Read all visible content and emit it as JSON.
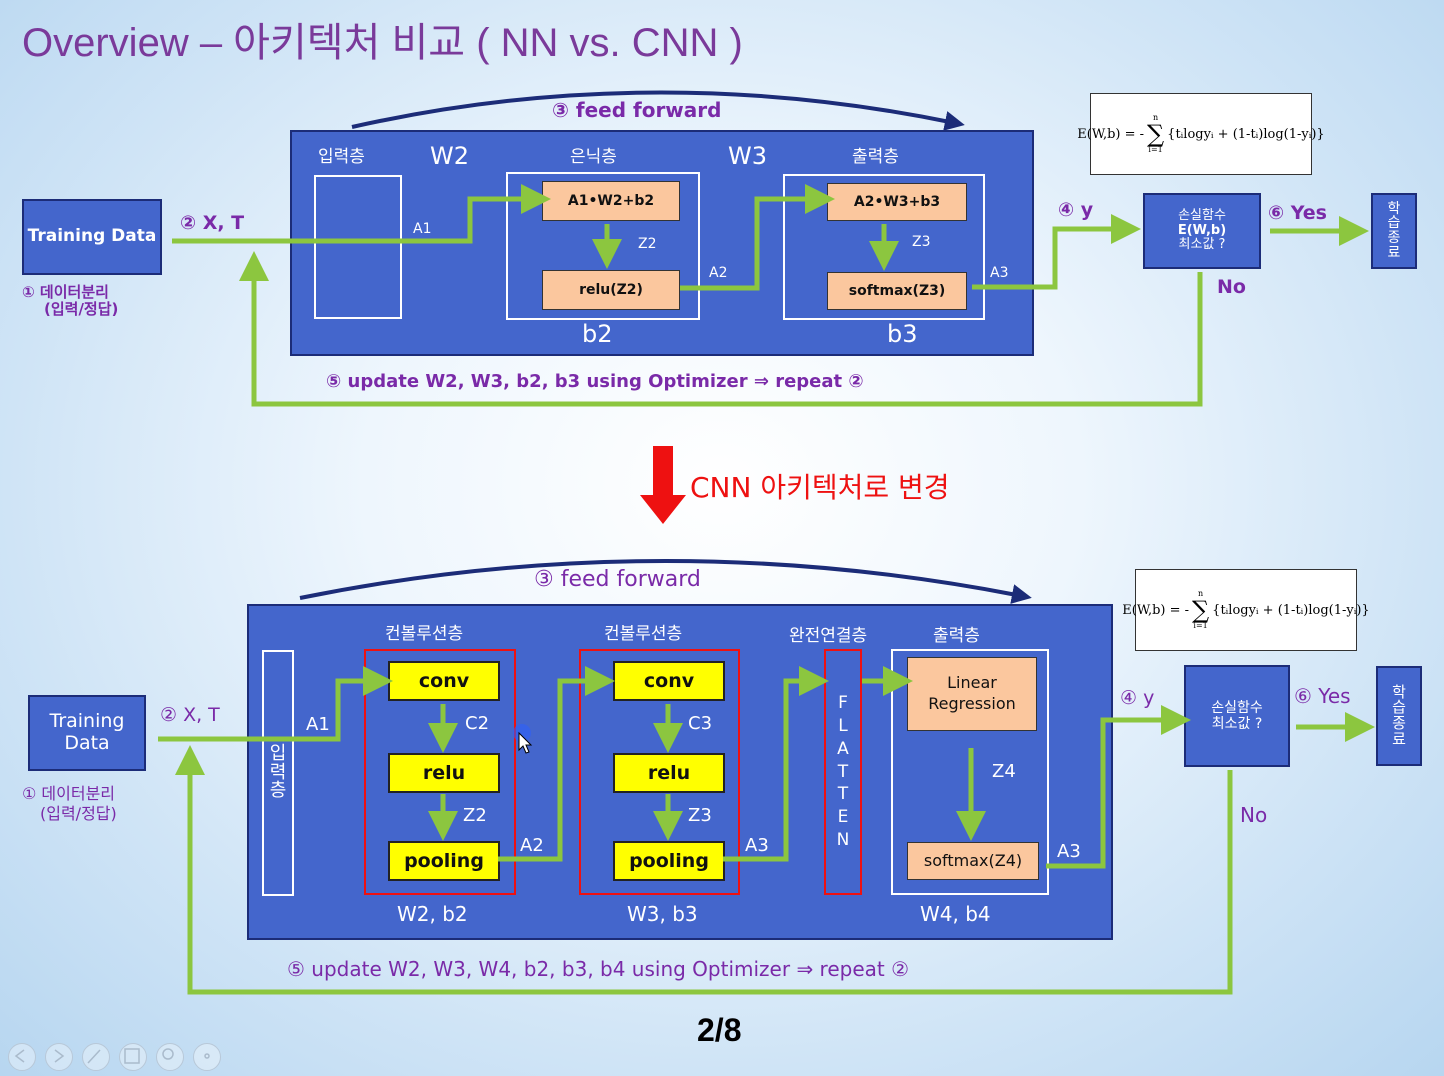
{
  "title": "Overview – 아키텍처 비교 ( NN vs. CNN )",
  "page_number": "2/8",
  "change_label": "CNN 아키텍처로 변경",
  "top": {
    "feed_forward": "③ feed forward",
    "training_data": "Training Data",
    "data_split": "① 데이터분리",
    "data_split_sub": "(입력/정답)",
    "xt": "② X, T",
    "layer_input": "입력층",
    "layer_hidden": "은닉층",
    "layer_output": "출력층",
    "w2": "W2",
    "w3": "W3",
    "b2": "b2",
    "b3": "b3",
    "a1": "A1",
    "a2": "A2",
    "a3": "A3",
    "z2": "Z2",
    "z3": "Z3",
    "box_a1w2b2": "A1•W2+b2",
    "box_relu": "relu(Z2)",
    "box_a2w3b3": "A2•W3+b3",
    "box_softmax": "softmax(Z3)",
    "y_label": "④ y",
    "loss_l1": "손실함수",
    "loss_l2": "E(W,b)",
    "loss_l3": "최소값 ?",
    "yes": "⑥ Yes",
    "no": "No",
    "finish": "학습종료",
    "update": "⑤ update W2, W3, b2, b3 using Optimizer ⇒ repeat ②",
    "formula_lhs": "E(W,b) = -",
    "formula_sum_top": "n",
    "formula_sum_bottom": "i=1",
    "formula_body": "{tᵢlogyᵢ + (1-tᵢ)log(1-yᵢ)}"
  },
  "bottom": {
    "feed_forward": "③ feed forward",
    "training_data": "Training Data",
    "data_split": "① 데이터분리",
    "data_split_sub": "(입력/정답)",
    "xt": "② X, T",
    "input_layer": "입력층",
    "conv_layer1": "컨볼루션층",
    "conv_layer2": "컨볼루션층",
    "fc_layer": "완전연결층",
    "output_layer": "출력층",
    "conv": "conv",
    "relu": "relu",
    "pooling": "pooling",
    "c2": "C2",
    "c3": "C3",
    "z2": "Z2",
    "z3": "Z3",
    "z4": "Z4",
    "a1": "A1",
    "a2": "A2",
    "a3": "A3",
    "flatten": "FLATTEN",
    "linear": "Linear Regression",
    "softmax": "softmax(Z4)",
    "w2b2": "W2, b2",
    "w3b3": "W3, b3",
    "w4b4": "W4, b4",
    "y_label": "④ y",
    "loss_l1": "손실함수",
    "loss_l2": "최소값 ?",
    "yes": "⑥ Yes",
    "no": "No",
    "finish": "학습종료",
    "update": "⑤ update W2, W3, W4, b2, b3, b4  using Optimizer ⇒ repeat ②"
  },
  "colors": {
    "panel": "#4466cc",
    "arrow_green": "#8cc63f",
    "title_purple": "#7a3a9a",
    "red": "#ee1111",
    "peach": "#fbc79e",
    "yellow": "#ffff00"
  }
}
